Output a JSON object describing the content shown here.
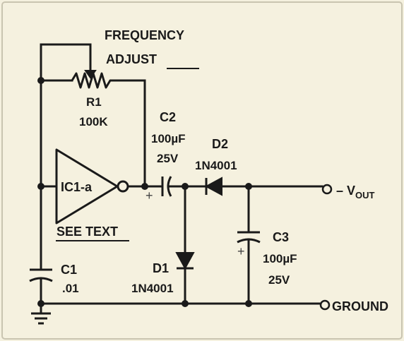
{
  "diagram": {
    "freq_label_line1": "FREQUENCY",
    "freq_label_line2": "ADJUST",
    "r1": {
      "name": "R1",
      "value": "100K"
    },
    "c2": {
      "name": "C2",
      "value": "100µF",
      "voltage": "25V"
    },
    "d2": {
      "name": "D2",
      "part": "1N4001"
    },
    "ic": {
      "name": "IC1-a",
      "note": "SEE TEXT"
    },
    "c1": {
      "name": "C1",
      "value": ".01"
    },
    "d1": {
      "name": "D1",
      "part": "1N4001"
    },
    "c3": {
      "name": "C3",
      "value": "100µF",
      "voltage": "25V"
    },
    "vout_label": "– V",
    "vout_sub": "OUT",
    "ground_label": "GROUND",
    "plus_sign": "+"
  }
}
